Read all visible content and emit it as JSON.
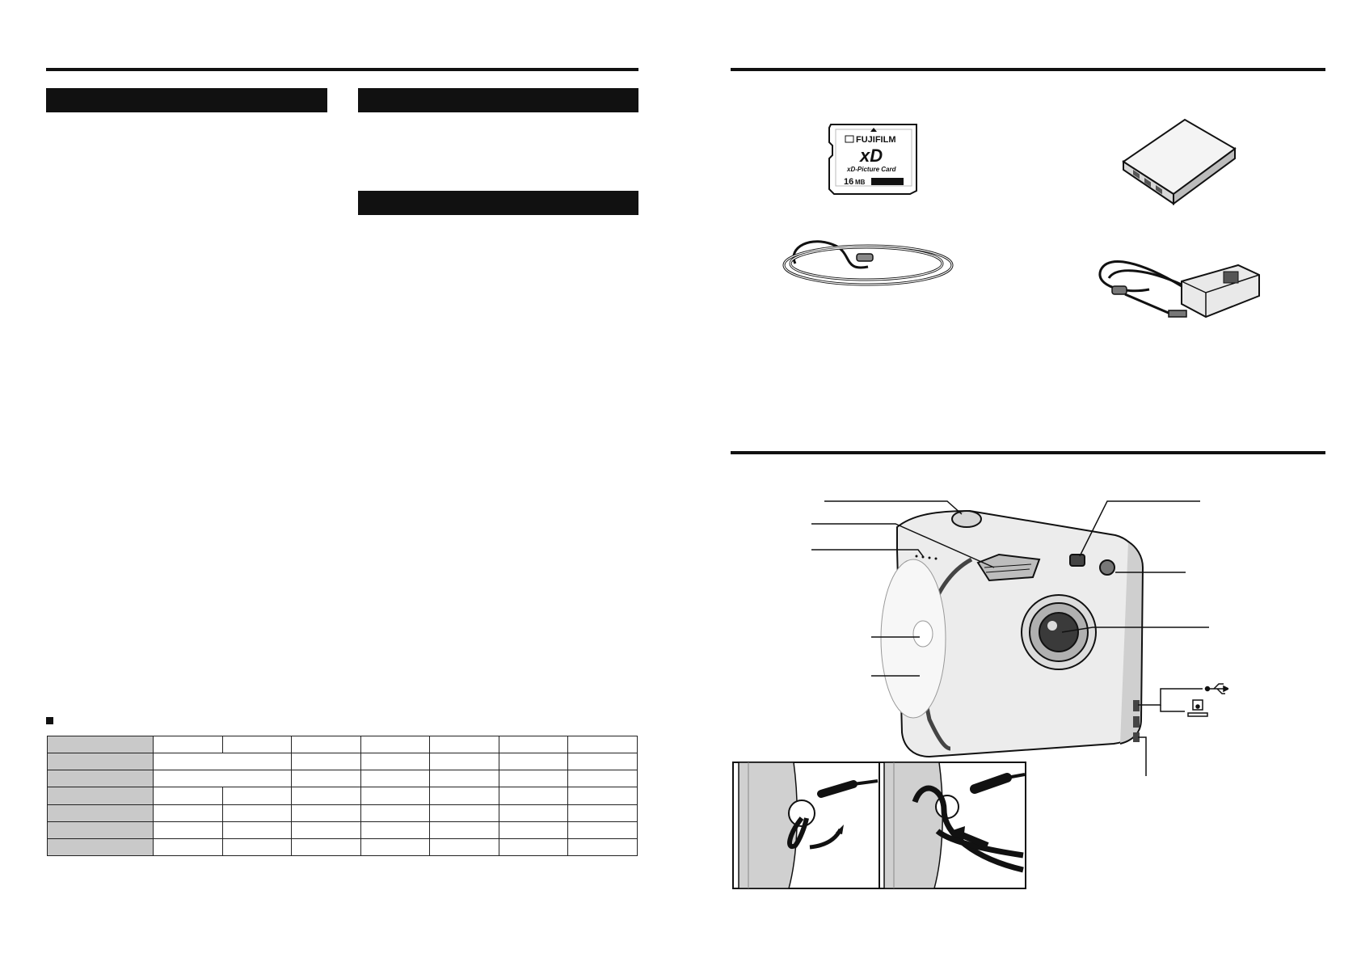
{
  "accessories": {
    "card_brand": "FUJIFILM",
    "card_logo": "xD",
    "card_type": "xD-Picture Card",
    "card_capacity": "16",
    "card_capacity_unit": "MB"
  },
  "icons": [
    "usb-icon",
    "av-out-icon"
  ],
  "colors": {
    "ink": "#111111",
    "table_header": "#c9c9c9"
  }
}
